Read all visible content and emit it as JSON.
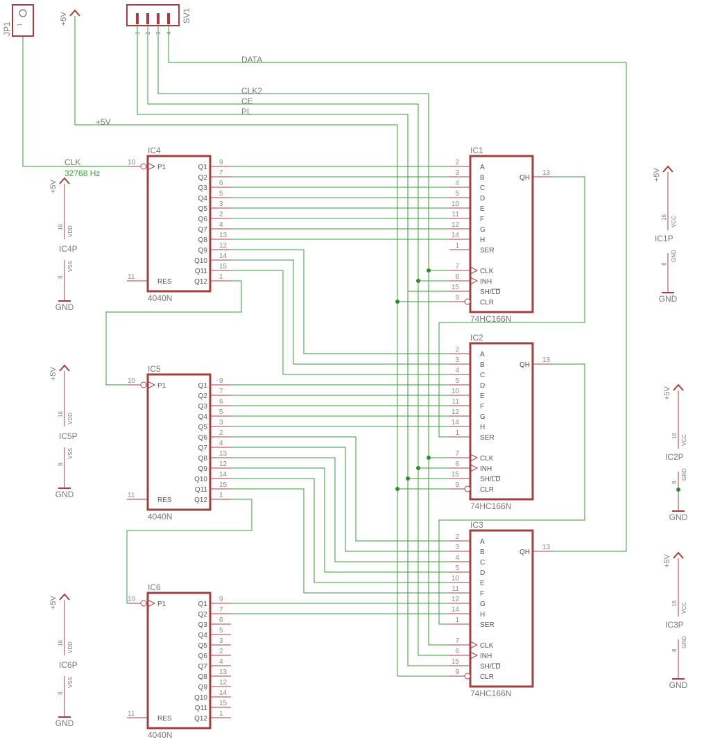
{
  "colors": {
    "wire": "#3a9a3a",
    "body": "#a04040",
    "pin": "#a04040",
    "junction": "#2e8b2e",
    "text": "#7a7a7a"
  },
  "jp1": {
    "name": "JP1",
    "pin": "1"
  },
  "sv1": {
    "name": "SV1",
    "pins": [
      "1",
      "2",
      "3",
      "4"
    ]
  },
  "nets": {
    "data": "DATA",
    "clk2": "CLK2",
    "ce": "CE",
    "pl": "PL",
    "p5": "+5V",
    "clk": "CLK",
    "freq": "32768 Hz"
  },
  "counters": [
    {
      "name": "IC4",
      "value": "4040N"
    },
    {
      "name": "IC5",
      "value": "4040N"
    },
    {
      "name": "IC6",
      "value": "4040N"
    }
  ],
  "counter_pins": {
    "p1": "P1",
    "p1_num": "10",
    "res": "RES",
    "res_num": "11",
    "outputs": [
      {
        "label": "Q1",
        "num": "9"
      },
      {
        "label": "Q2",
        "num": "7"
      },
      {
        "label": "Q3",
        "num": "6"
      },
      {
        "label": "Q4",
        "num": "5"
      },
      {
        "label": "Q5",
        "num": "3"
      },
      {
        "label": "Q6",
        "num": "2"
      },
      {
        "label": "Q7",
        "num": "4"
      },
      {
        "label": "Q8",
        "num": "13"
      },
      {
        "label": "Q9",
        "num": "12"
      },
      {
        "label": "Q10",
        "num": "14"
      },
      {
        "label": "Q11",
        "num": "15"
      },
      {
        "label": "Q12",
        "num": "1"
      }
    ]
  },
  "shiftregs": [
    {
      "name": "IC1",
      "value": "74HC166N"
    },
    {
      "name": "IC2",
      "value": "74HC166N"
    },
    {
      "name": "IC3",
      "value": "74HC166N"
    }
  ],
  "sr_pins": {
    "inputs": [
      {
        "label": "A",
        "num": "2"
      },
      {
        "label": "B",
        "num": "3"
      },
      {
        "label": "C",
        "num": "4"
      },
      {
        "label": "D",
        "num": "5"
      },
      {
        "label": "E",
        "num": "10"
      },
      {
        "label": "F",
        "num": "11"
      },
      {
        "label": "G",
        "num": "12"
      },
      {
        "label": "H",
        "num": "14"
      },
      {
        "label": "SER",
        "num": "1"
      }
    ],
    "clk": {
      "label": "CLK",
      "num": "7"
    },
    "inh": {
      "label": "INH",
      "num": "6"
    },
    "shld": {
      "label": "SH/LD",
      "num": "15"
    },
    "clr": {
      "label": "CLR",
      "num": "9"
    },
    "qh": {
      "label": "QH",
      "num": "13"
    }
  },
  "power_left": [
    {
      "name": "IC4P",
      "vdd": "16",
      "vss": "8",
      "vdd_label": "VDD",
      "vss_label": "VSS",
      "supply": "+5V",
      "gnd": "GND"
    },
    {
      "name": "IC5P",
      "vdd": "16",
      "vss": "8",
      "vdd_label": "VDD",
      "vss_label": "VSS",
      "supply": "+5V",
      "gnd": "GND"
    },
    {
      "name": "IC6P",
      "vdd": "16",
      "vss": "8",
      "vdd_label": "VDD",
      "vss_label": "VSS",
      "supply": "+5V",
      "gnd": "GND"
    }
  ],
  "power_right": [
    {
      "name": "IC1P",
      "vcc": "16",
      "gnd_pin": "8",
      "vcc_label": "VCC",
      "gnd_label": "GND",
      "supply": "+5V",
      "gnd": "GND"
    },
    {
      "name": "IC2P",
      "vcc": "16",
      "gnd_pin": "8",
      "vcc_label": "VCC",
      "gnd_label": "GND",
      "supply": "+5V",
      "gnd": "GND"
    },
    {
      "name": "IC3P",
      "vcc": "16",
      "gnd_pin": "8",
      "vcc_label": "VCC",
      "gnd_label": "GND",
      "supply": "+5V",
      "gnd": "GND"
    }
  ],
  "supply_top": {
    "label": "+5V"
  }
}
